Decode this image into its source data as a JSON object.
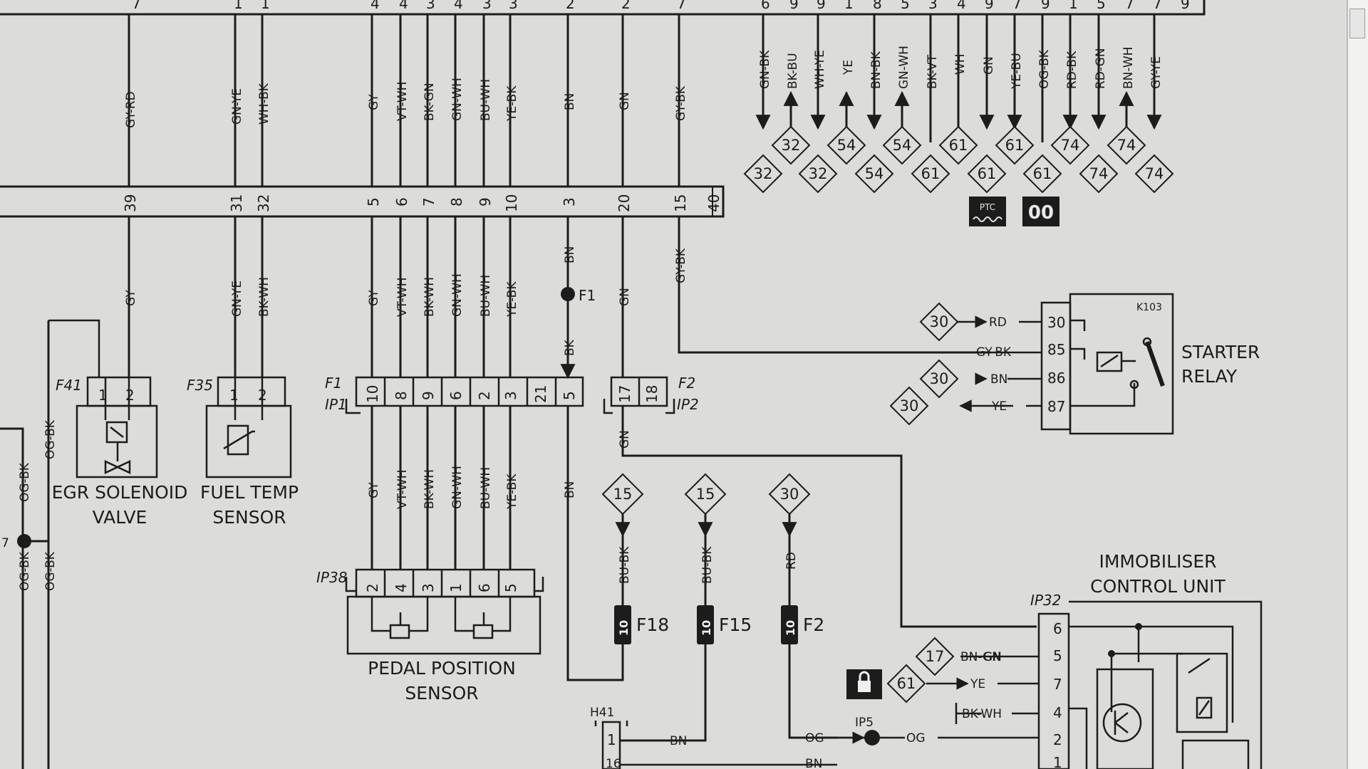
{
  "bus": {
    "top_pins": [
      "7",
      "1",
      "1",
      "4",
      "4",
      "3",
      "4",
      "3",
      "3",
      "2",
      "2",
      "7",
      "6",
      "9",
      "9",
      "1",
      "8",
      "5",
      "3",
      "4",
      "9",
      "7",
      "9",
      "1",
      "5",
      "7",
      "7",
      "9"
    ],
    "connector_pins": [
      "39",
      "31",
      "32",
      "5",
      "6",
      "7",
      "8",
      "9",
      "10",
      "3",
      "20",
      "15",
      "40"
    ],
    "upper_wires": [
      "GY-RD",
      "GN-YE",
      "WH-BK",
      "GY",
      "VT-WH",
      "BK-GN",
      "GN-WH",
      "BU-WH",
      "YE-BK",
      "BN",
      "GN",
      "GY-BK"
    ],
    "lower_wires": [
      "GY",
      "GN-YE",
      "BK-WH",
      "GY",
      "VT-WH",
      "BK-WH",
      "GN-WH",
      "BU-WH",
      "YE-BK",
      "BN",
      "GN",
      "GY-BK"
    ]
  },
  "right_bus": {
    "wires": [
      "GN-BK",
      "BK-BU",
      "WH-YE",
      "YE",
      "BN-BK",
      "GN-WH",
      "BK-VT",
      "WH",
      "GN",
      "YE-BU",
      "OG-BK",
      "RD-BK",
      "RD-GN",
      "BN-WH",
      "GY-YE"
    ],
    "refs_upper": [
      "32",
      "54",
      "54",
      "61",
      "61",
      "74",
      "74"
    ],
    "refs_lower": [
      "32",
      "32",
      "54",
      "61",
      "61",
      "61",
      "74",
      "74"
    ],
    "icon_labels": [
      "PTC",
      "00"
    ]
  },
  "egr": {
    "tag": "F41",
    "pins": [
      "1",
      "2"
    ],
    "title_line1": "EGR SOLENOID",
    "title_line2": "VALVE",
    "wire_left": "OG-BK"
  },
  "fuel_temp": {
    "tag": "F35",
    "pins": [
      "1",
      "2"
    ],
    "title_line1": "FUEL TEMP",
    "title_line2": "SENSOR"
  },
  "left_edge": {
    "wires": [
      "OG-BK",
      "OG-BK",
      "OG-BK",
      "OG-BK"
    ],
    "splice": "7"
  },
  "ip1": {
    "tag1": "F1",
    "tag2": "IP1",
    "pins": [
      "10",
      "8",
      "9",
      "6",
      "2",
      "3",
      "21",
      "5"
    ],
    "lower_wires": [
      "GY",
      "VT-WH",
      "BK-WH",
      "GN-WH",
      "BU-WH",
      "YE-BK",
      "BN"
    ],
    "splice": "F1",
    "wire_bk": "BK"
  },
  "ip2": {
    "tag1": "F2",
    "tag2": "IP2",
    "pins": [
      "17",
      "18"
    ],
    "wire": "GN"
  },
  "pedal": {
    "tag": "IP38",
    "pins": [
      "2",
      "4",
      "3",
      "1",
      "6",
      "5"
    ],
    "title_line1": "PEDAL POSITION",
    "title_line2": "SENSOR"
  },
  "starter": {
    "tag": "K103",
    "title_line1": "STARTER",
    "title_line2": "RELAY",
    "pins": [
      "30",
      "85",
      "86",
      "87"
    ],
    "wires": [
      "RD",
      "GY-BK",
      "BN",
      "YE"
    ],
    "refs": [
      "30",
      "30",
      "30"
    ]
  },
  "fuses": [
    {
      "ref": "15",
      "wire": "BU-BK",
      "rating": "10",
      "name": "F18"
    },
    {
      "ref": "15",
      "wire": "BU-BK",
      "rating": "10",
      "name": "F15"
    },
    {
      "ref": "30",
      "wire": "RD",
      "rating": "10",
      "name": "F2"
    }
  ],
  "immobiliser": {
    "tag": "IP32",
    "title_line1": "IMMOBILISER",
    "title_line2": "CONTROL UNIT",
    "pins": [
      "6",
      "5",
      "7",
      "4",
      "2",
      "1"
    ],
    "wires": [
      "GN",
      "BN-GN",
      "YE",
      "BK-WH",
      "OG"
    ],
    "refs": [
      "17",
      "61"
    ]
  },
  "bottom": {
    "h41": "H41",
    "h41_pins": [
      "1",
      "16"
    ],
    "ip5": "IP5",
    "wires": [
      "BN",
      "OG",
      "BN"
    ]
  }
}
